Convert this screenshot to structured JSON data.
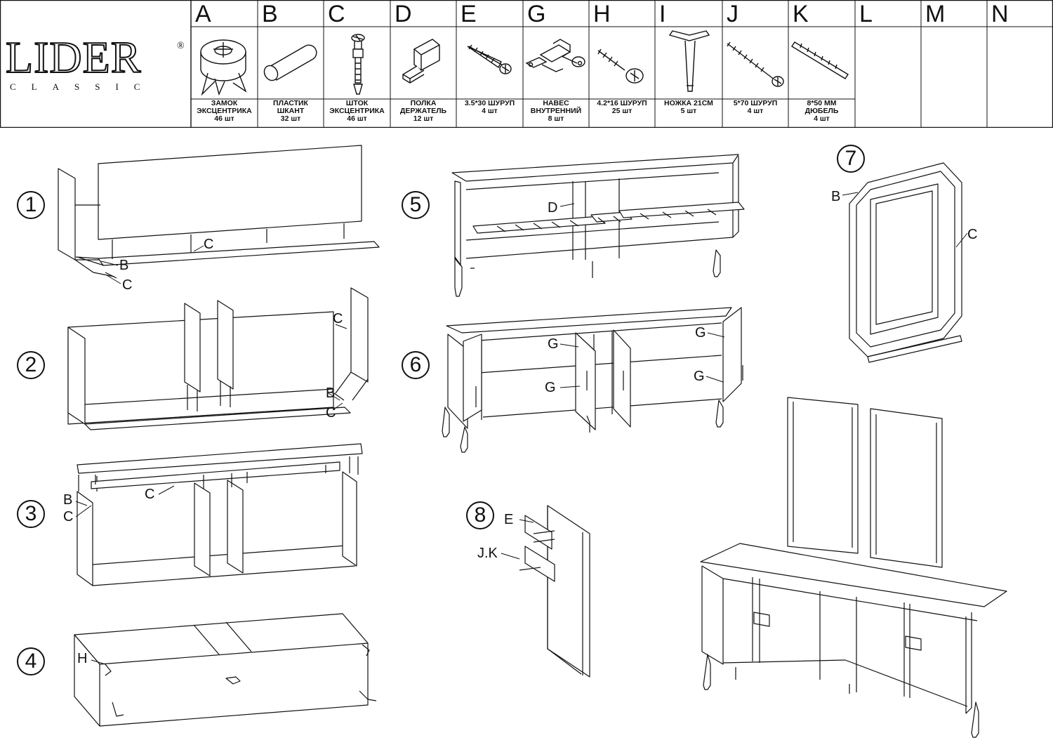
{
  "brand": {
    "name": "LIDER",
    "registered": "®",
    "tagline": "CLASSIC"
  },
  "parts": [
    {
      "letter": "A",
      "name": "ЗАМОК ЭКСЦЕНТРИКА",
      "lines": [
        "ЗАМОК",
        "ЭКСЦЕНТРИКА"
      ],
      "qty": "46 шт",
      "icon": "cam-lock-icon"
    },
    {
      "letter": "B",
      "name": "ПЛАСТИК ШКАНТ",
      "lines": [
        "ПЛАСТИК",
        "ШКАНТ"
      ],
      "qty": "32 шт",
      "icon": "dowel-icon"
    },
    {
      "letter": "C",
      "name": "ШТОК ЭКСЦЕНТРИКА",
      "lines": [
        "ШТОК",
        "ЭКСЦЕНТРИКА"
      ],
      "qty": "46 шт",
      "icon": "cam-bolt-icon"
    },
    {
      "letter": "D",
      "name": "ПОЛКА ДЕРЖАТЕЛЬ",
      "lines": [
        "ПОЛКА",
        "ДЕРЖАТЕЛЬ"
      ],
      "qty": "12 шт",
      "icon": "shelf-support-icon"
    },
    {
      "letter": "E",
      "name": "3.5*30 ШУРУП",
      "lines": [
        "3.5*30 ШУРУП"
      ],
      "qty": "4 шт",
      "icon": "screw-icon"
    },
    {
      "letter": "G",
      "name": "НАВЕС ВНУТРЕННИЙ",
      "lines": [
        "НАВЕС",
        "ВНУТРЕННИЙ"
      ],
      "qty": "8 шт",
      "icon": "hinge-icon"
    },
    {
      "letter": "H",
      "name": "4.2*16 ШУРУП",
      "lines": [
        "4.2*16 ШУРУП"
      ],
      "qty": "25 шт",
      "icon": "short-screw-icon"
    },
    {
      "letter": "I",
      "name": "НОЖКА 21СМ",
      "lines": [
        "НОЖКА 21СМ"
      ],
      "qty": "5 шт",
      "icon": "furniture-leg-icon"
    },
    {
      "letter": "J",
      "name": "5*70 ШУРУП",
      "lines": [
        "5*70 ШУРУП"
      ],
      "qty": "4 шт",
      "icon": "long-screw-icon"
    },
    {
      "letter": "K",
      "name": "8*50 ММ ДЮБЕЛЬ",
      "lines": [
        "8*50 ММ",
        "ДЮБЕЛЬ"
      ],
      "qty": "4 шт",
      "icon": "wall-plug-icon"
    },
    {
      "letter": "L",
      "name": "",
      "lines": [],
      "qty": "",
      "icon": ""
    },
    {
      "letter": "M",
      "name": "",
      "lines": [],
      "qty": "",
      "icon": ""
    },
    {
      "letter": "N",
      "name": "",
      "lines": [],
      "qty": "",
      "icon": ""
    }
  ],
  "steps": [
    {
      "number": "1",
      "callouts": [
        "C",
        "B",
        "C"
      ]
    },
    {
      "number": "2",
      "callouts": [
        "C",
        "B",
        "C"
      ]
    },
    {
      "number": "3",
      "callouts": [
        "B",
        "C",
        "C"
      ]
    },
    {
      "number": "4",
      "callouts": [
        "H"
      ]
    },
    {
      "number": "5",
      "callouts": [
        "D"
      ]
    },
    {
      "number": "6",
      "callouts": [
        "G",
        "G",
        "G",
        "G"
      ]
    },
    {
      "number": "7",
      "callouts": [
        "B",
        "C"
      ]
    },
    {
      "number": "8",
      "callouts": [
        "E",
        "J.K"
      ]
    }
  ]
}
